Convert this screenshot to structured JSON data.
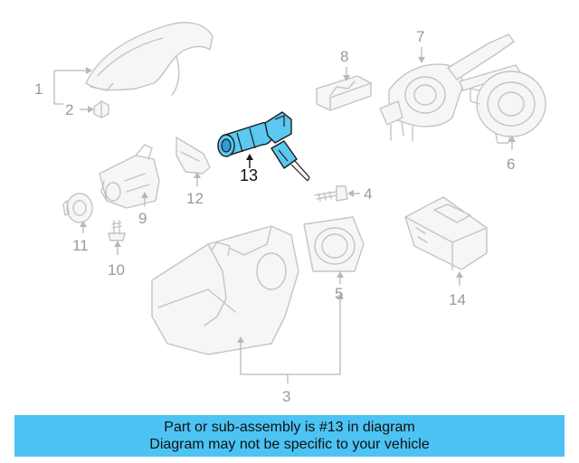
{
  "callouts": {
    "c1": "1",
    "c2": "2",
    "c3": "3",
    "c4": "4",
    "c5": "5",
    "c6": "6",
    "c7": "7",
    "c8": "8",
    "c9": "9",
    "c10": "10",
    "c11": "11",
    "c12": "12",
    "c13": "13",
    "c14": "14"
  },
  "highlighted_part": "13",
  "colors": {
    "highlight": "#5bc8f0",
    "banner": "#4cc3f3",
    "ghost_lines": "#c4c4c4"
  },
  "banner": {
    "line1": "Part or sub-assembly is #13 in diagram",
    "line2": "Diagram may not be specific to your vehicle"
  }
}
